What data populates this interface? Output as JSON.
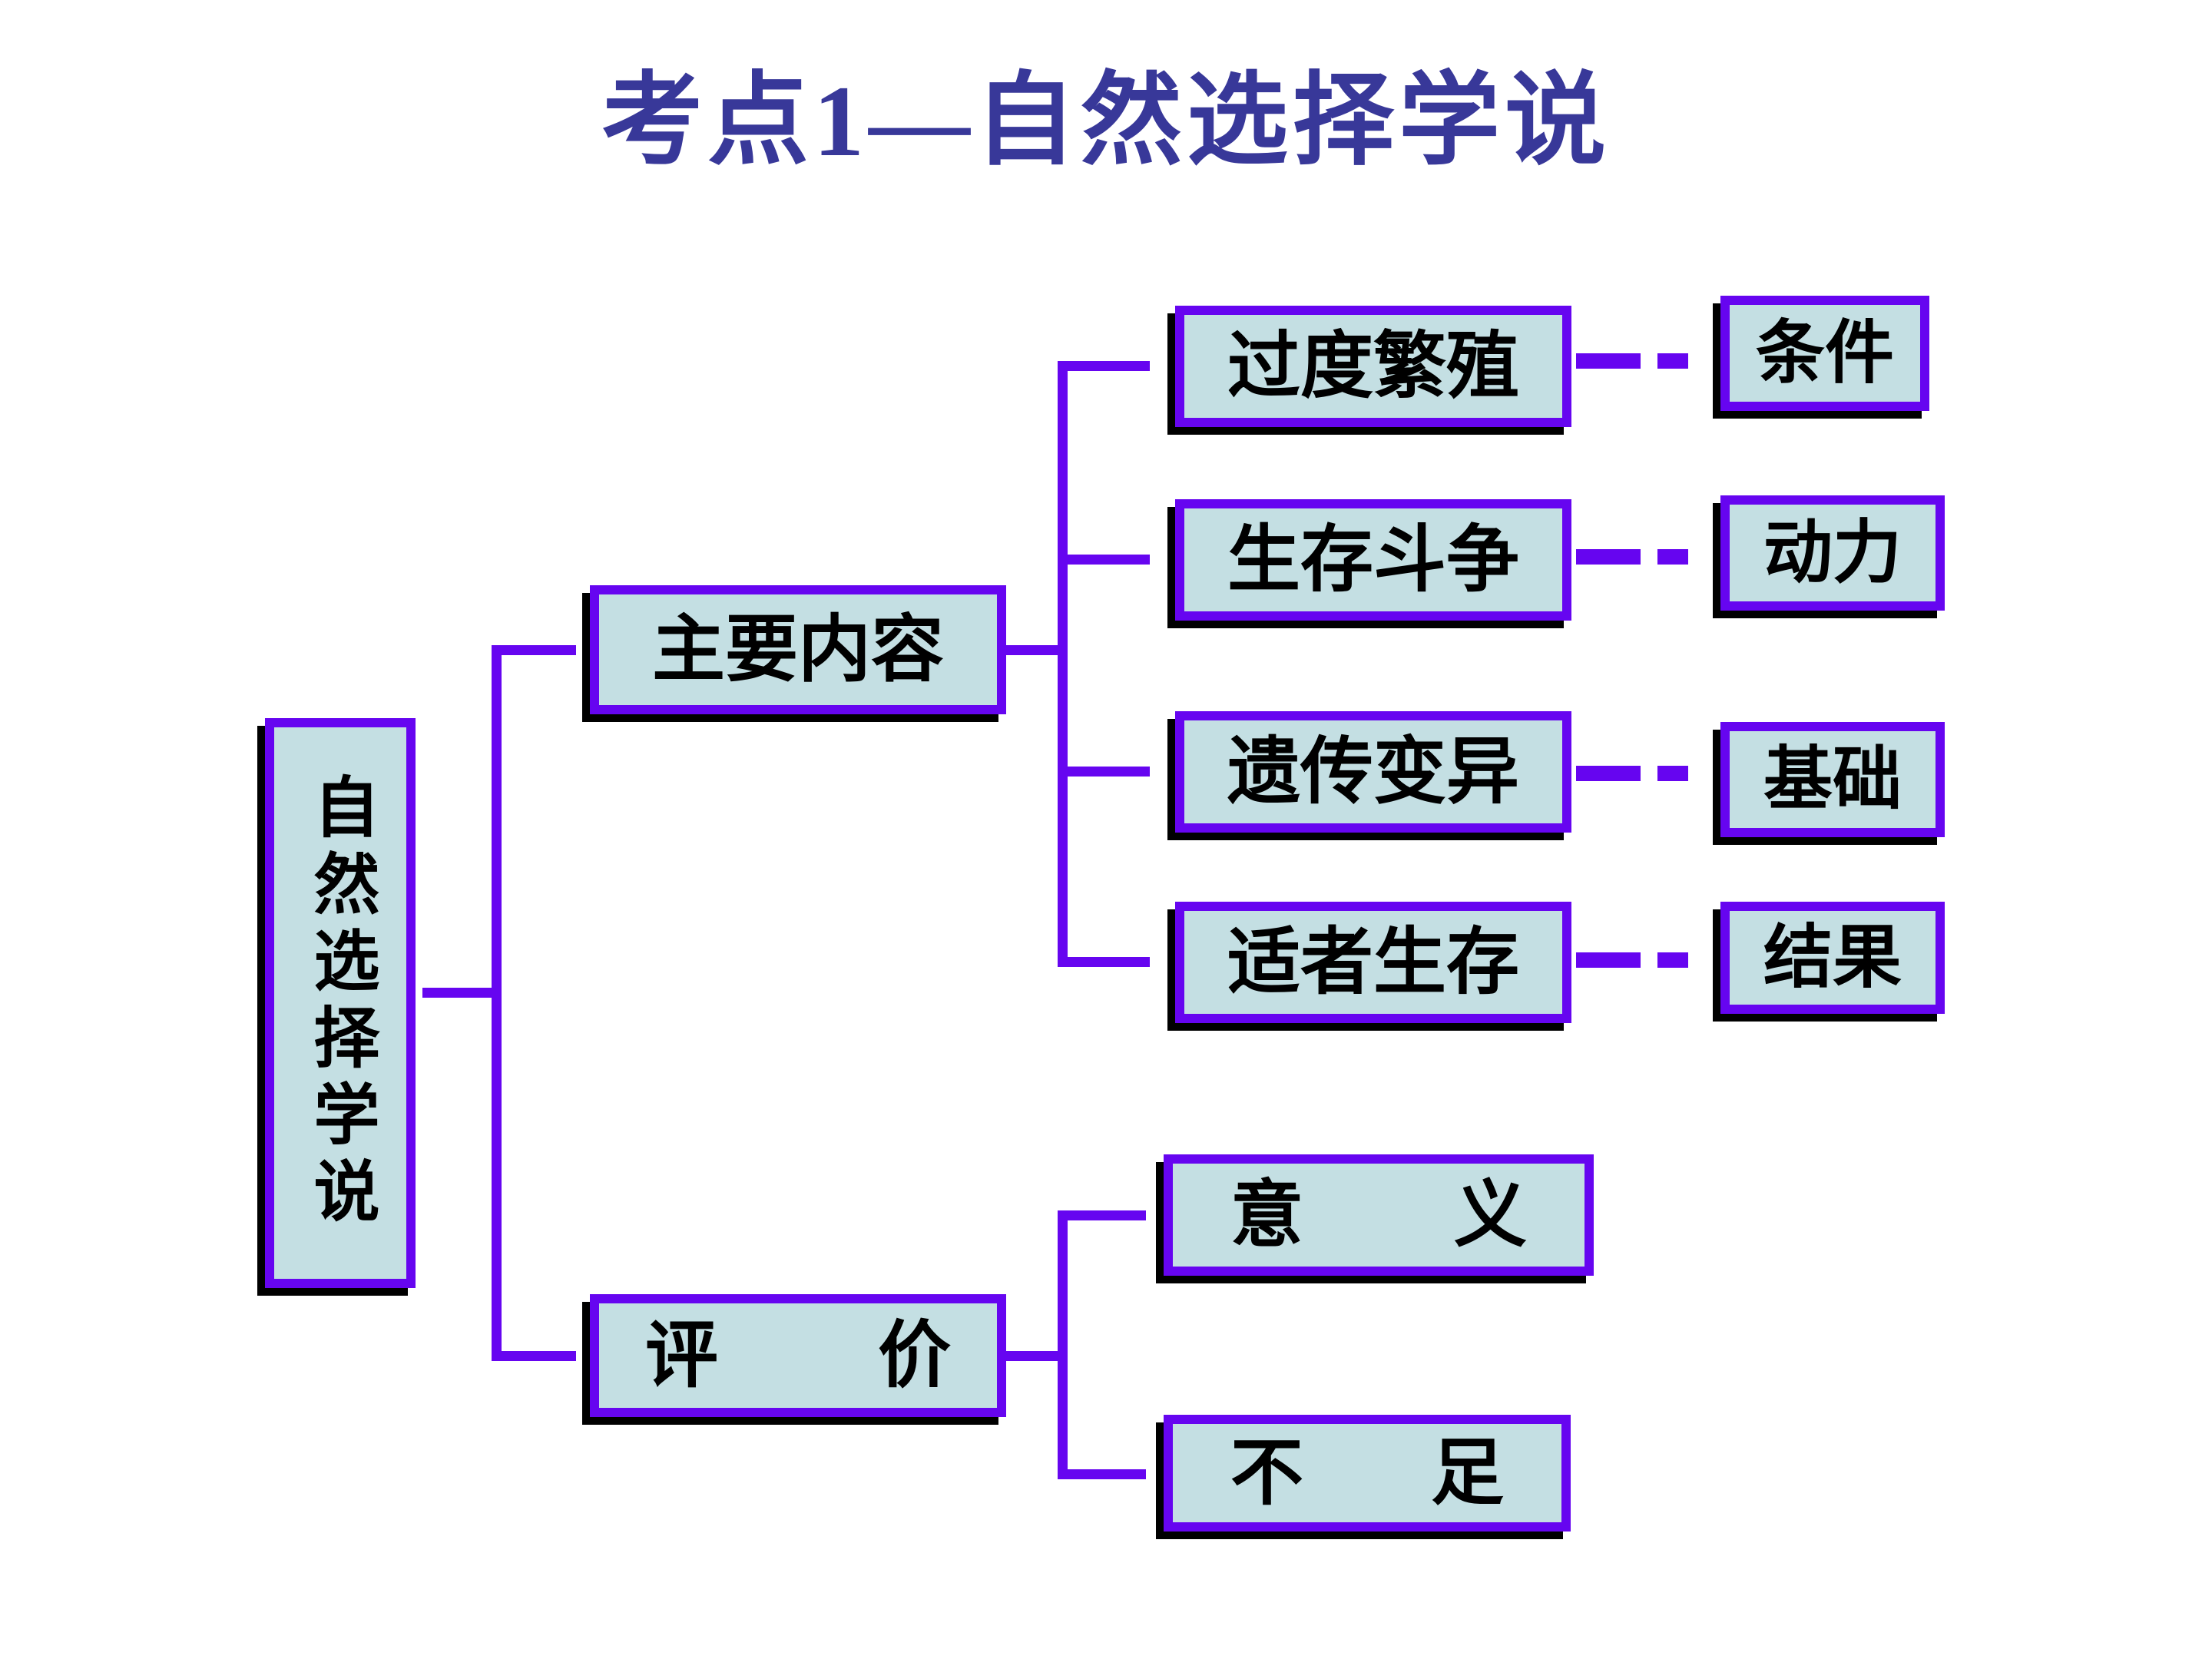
{
  "slide": {
    "title": "考点1—自然选择学说"
  },
  "colors": {
    "accent_purple": "#6605F0",
    "box_fill": "#C4DFE3",
    "title_text": "#383899",
    "box_text": "#000000",
    "shadow": "#000000",
    "background": "#FFFFFF"
  },
  "diagram": {
    "root": "自然选择学说",
    "level1": [
      {
        "label": "主要内容"
      },
      {
        "label_first": "评",
        "label_second": "价"
      }
    ],
    "contents": [
      "过度繁殖",
      "生存斗争",
      "遗传变异",
      "适者生存"
    ],
    "roles": [
      "条件",
      "动力",
      "基础",
      "结果"
    ],
    "evaluation_items": [
      {
        "first": "意",
        "second": "义"
      },
      {
        "first": "不",
        "second": "足"
      }
    ]
  }
}
